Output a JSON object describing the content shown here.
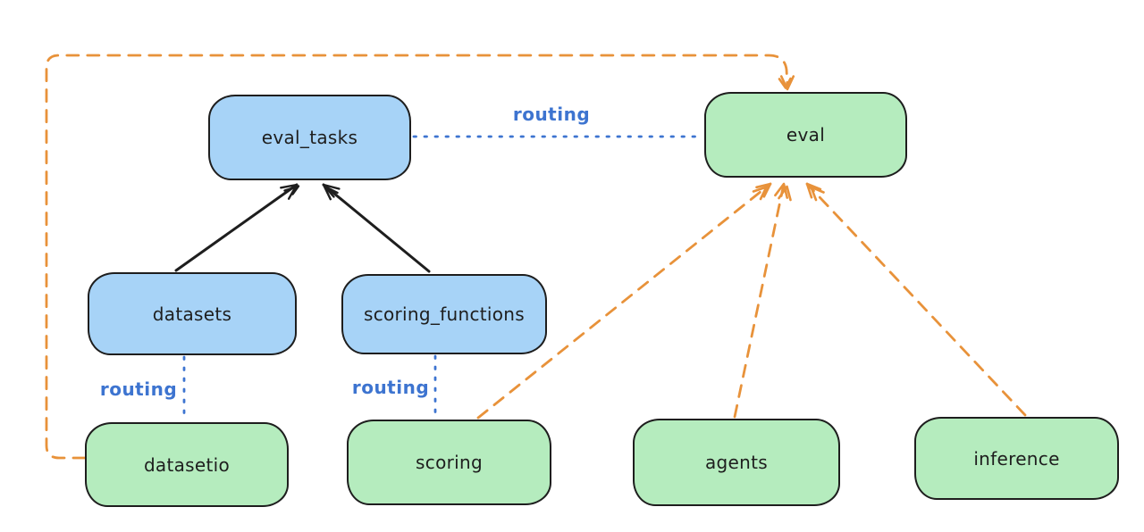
{
  "diagram_title": "",
  "colors": {
    "canvas_bg": "#ffffff",
    "ink": "#1e1e1e",
    "node_blue_fill": "#a7d3f7",
    "node_green_fill": "#b5ecbe",
    "orange": "#e8923a",
    "routing_blue": "#3d74d0"
  },
  "nodes": [
    {
      "id": "eval_tasks",
      "label": "eval_tasks",
      "color": "blue"
    },
    {
      "id": "eval",
      "label": "eval",
      "color": "green"
    },
    {
      "id": "datasets",
      "label": "datasets",
      "color": "blue"
    },
    {
      "id": "scoring_functions",
      "label": "scoring_functions",
      "color": "blue"
    },
    {
      "id": "datasetio",
      "label": "datasetio",
      "color": "green"
    },
    {
      "id": "scoring",
      "label": "scoring",
      "color": "green"
    },
    {
      "id": "agents",
      "label": "agents",
      "color": "green"
    },
    {
      "id": "inference",
      "label": "inference",
      "color": "green"
    }
  ],
  "edges": [
    {
      "from": "datasets",
      "to": "eval_tasks",
      "style": "solid-black-arrow",
      "label": ""
    },
    {
      "from": "scoring_functions",
      "to": "eval_tasks",
      "style": "solid-black-arrow",
      "label": ""
    },
    {
      "from": "eval_tasks",
      "to": "eval",
      "style": "dotted-blue",
      "label": "routing"
    },
    {
      "from": "datasets",
      "to": "datasetio",
      "style": "dotted-blue",
      "label": "routing"
    },
    {
      "from": "scoring_functions",
      "to": "scoring",
      "style": "dotted-blue",
      "label": "routing"
    },
    {
      "from": "datasetio",
      "to": "eval",
      "style": "dashed-orange-arrow",
      "label": ""
    },
    {
      "from": "scoring",
      "to": "eval",
      "style": "dashed-orange-arrow",
      "label": ""
    },
    {
      "from": "agents",
      "to": "eval",
      "style": "dashed-orange-arrow",
      "label": ""
    },
    {
      "from": "inference",
      "to": "eval",
      "style": "dashed-orange-arrow",
      "label": ""
    }
  ]
}
